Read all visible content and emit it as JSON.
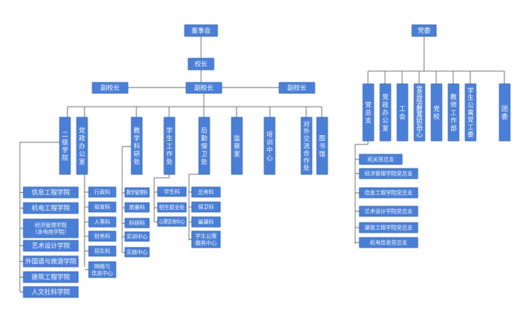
{
  "school": {
    "board": "董事会",
    "president": "校长",
    "vice_presidents": [
      "副校长",
      "副校长",
      "副校长"
    ],
    "departments": [
      "二级学院",
      "党政办公室",
      "教学科研处",
      "学生工作处",
      "后勤保卫处",
      "监察室",
      "培训中心",
      "对外交流合作处",
      "图书馆"
    ],
    "colleges": [
      "信息工程学院",
      "机电工程学院",
      "经济管理学院 （含电商学院）",
      "艺术设计学院",
      "外国语与旅游学院",
      "建筑工程学院",
      "人文社科学院"
    ],
    "party_office_units": [
      "行政科",
      "组宣科",
      "人事科",
      "财务科",
      "招生科",
      "网络与 信息中心"
    ],
    "teaching_units": [
      "教学管理科",
      "质量科",
      "科研科",
      "实训中心",
      "实践中心"
    ],
    "student_units": [
      "学生科",
      "招生就业处",
      "心理咨询中心"
    ],
    "logistics_units": [
      "总务科",
      "保卫科",
      "基建科",
      "学生公寓 服务中心"
    ]
  },
  "party": {
    "committee": "党委",
    "units": [
      "党总支",
      "党政办公室",
      "工会",
      "党员政治教育研究中心",
      "党校",
      "教师工作部",
      "学生公寓党工委",
      "团委"
    ],
    "branches": [
      "机关党总支",
      "经济管理学院党总支",
      "信息工程学院党总支",
      "艺术设计学院党总支",
      "建筑工程学院党总支",
      "机电信息党总支"
    ]
  }
}
